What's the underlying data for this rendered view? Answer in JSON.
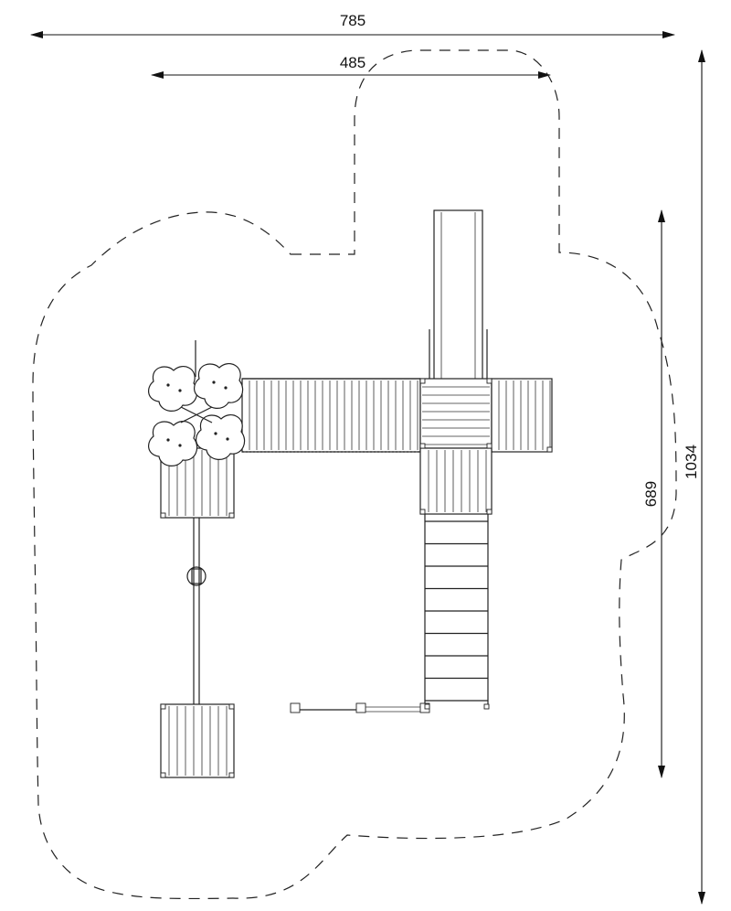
{
  "dimensions": {
    "overall_width": "785",
    "structure_width": "485",
    "structure_depth": "689",
    "overall_depth": "1034"
  },
  "colors": {
    "ink": "#222222",
    "background": "#ffffff"
  }
}
